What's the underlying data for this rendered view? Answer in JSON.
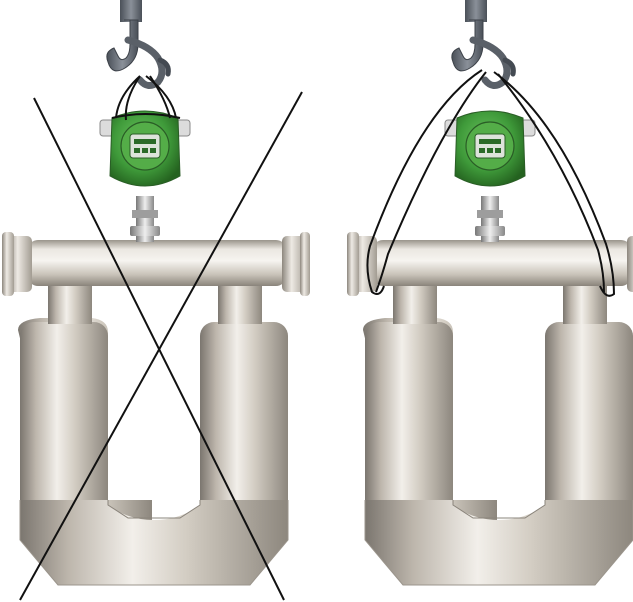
{
  "figure": {
    "panels": [
      {
        "id": "left",
        "rigging": "wrong",
        "marked_incorrect": true,
        "sling_attachment": "transmitter-housing"
      },
      {
        "id": "right",
        "rigging": "correct",
        "marked_incorrect": false,
        "sling_attachment": "process-flanges"
      }
    ],
    "colors": {
      "background": "#ffffff",
      "hook": "#5f6670",
      "housing_green": "#3f9a3a",
      "housing_green_dark": "#2d6e2a",
      "tube_metal": "#c9c3ba",
      "sling": "#111111",
      "cross_mark": "#111111"
    },
    "icons": [
      "crane-hook",
      "transmitter-housing",
      "u-tube-sensor",
      "cross-out-mark",
      "lifting-sling"
    ]
  }
}
